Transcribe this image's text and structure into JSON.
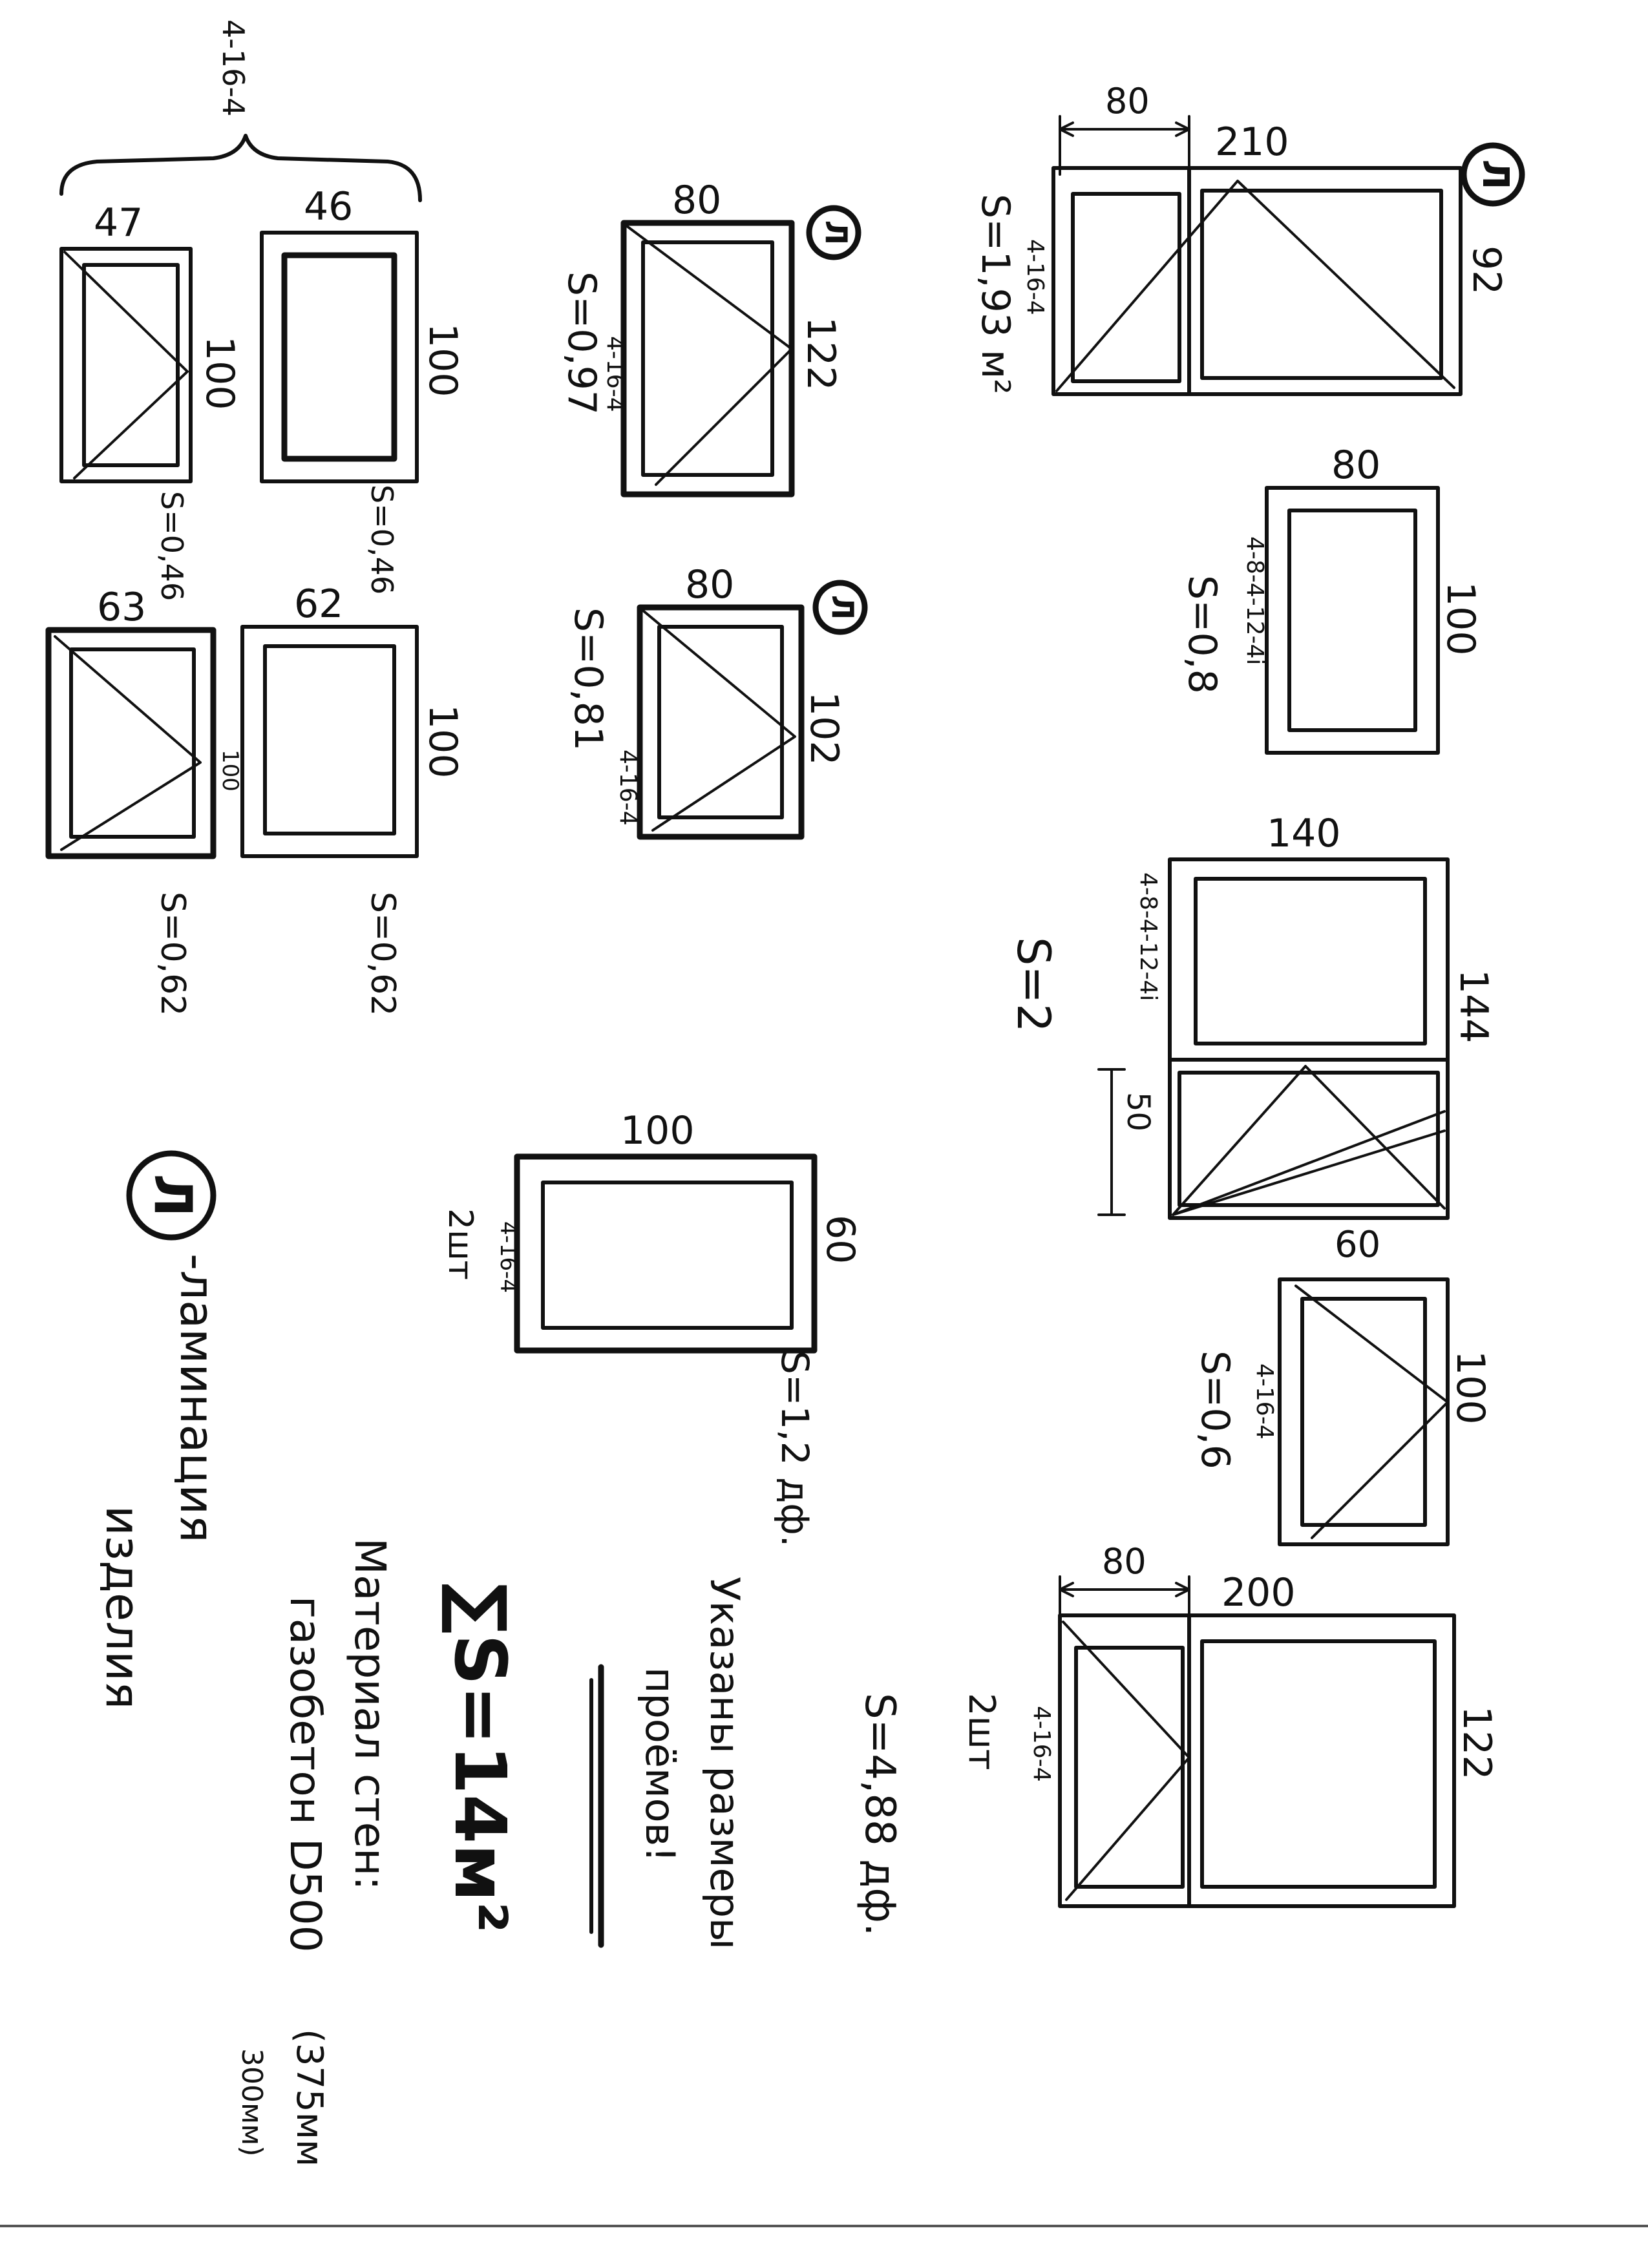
{
  "colors": {
    "ink": "#111111",
    "paper": "#ffffff"
  },
  "windows": {
    "w47": {
      "width": "47",
      "height": "100",
      "area": "S=0,46",
      "glass": "4-16-4"
    },
    "w46": {
      "width": "46",
      "height": "100",
      "area": "S=0,46"
    },
    "w63": {
      "width": "63",
      "height": "100",
      "area": "S=0,62"
    },
    "w62": {
      "width": "62",
      "height": "100",
      "area": "S=0,62"
    },
    "w80a": {
      "width": "80",
      "height": "122",
      "area": "S=0,97",
      "glass": "4-16-4",
      "mark": "Л"
    },
    "w80b": {
      "width": "80",
      "height": "102",
      "area": "S=0,81",
      "glass": "4-16-4",
      "mark": "Л"
    },
    "w100": {
      "width": "100",
      "height": "60",
      "area": "S=1,2 дф.",
      "glass": "4-16-4",
      "qty": "2шт"
    },
    "w210": {
      "width": "210",
      "sash": "80",
      "height": "92",
      "area": "S=1,93 м²",
      "glass": "4-16-4",
      "mark": "Л"
    },
    "w80c": {
      "width": "80",
      "height": "100",
      "area": "S=0,8",
      "glass": "4-8-4-12-4i"
    },
    "w140": {
      "width": "140",
      "height": "144",
      "lower": "50",
      "area": "S=2",
      "glass": "4-8-4-12-4i"
    },
    "w60": {
      "width": "60",
      "height": "100",
      "area": "S=0,6",
      "glass": "4-16-4"
    },
    "w200": {
      "width": "200",
      "sash": "80",
      "height": "122",
      "area": "S=4,88 дф.",
      "glass": "4-16-4",
      "qty": "2шт"
    }
  },
  "notes": {
    "glass_group": "4-16-4",
    "note_sizes_1": "Указаны размеры",
    "note_sizes_2": "проёмов!",
    "total": "∑S=14м²",
    "material_1": "Материал стен:",
    "material_2": "газобетон D500",
    "material_3": "(375мм",
    "material_4": "300мм)",
    "legend_mark": "Л",
    "legend_1": "-ламинация",
    "legend_2": "изделия"
  }
}
